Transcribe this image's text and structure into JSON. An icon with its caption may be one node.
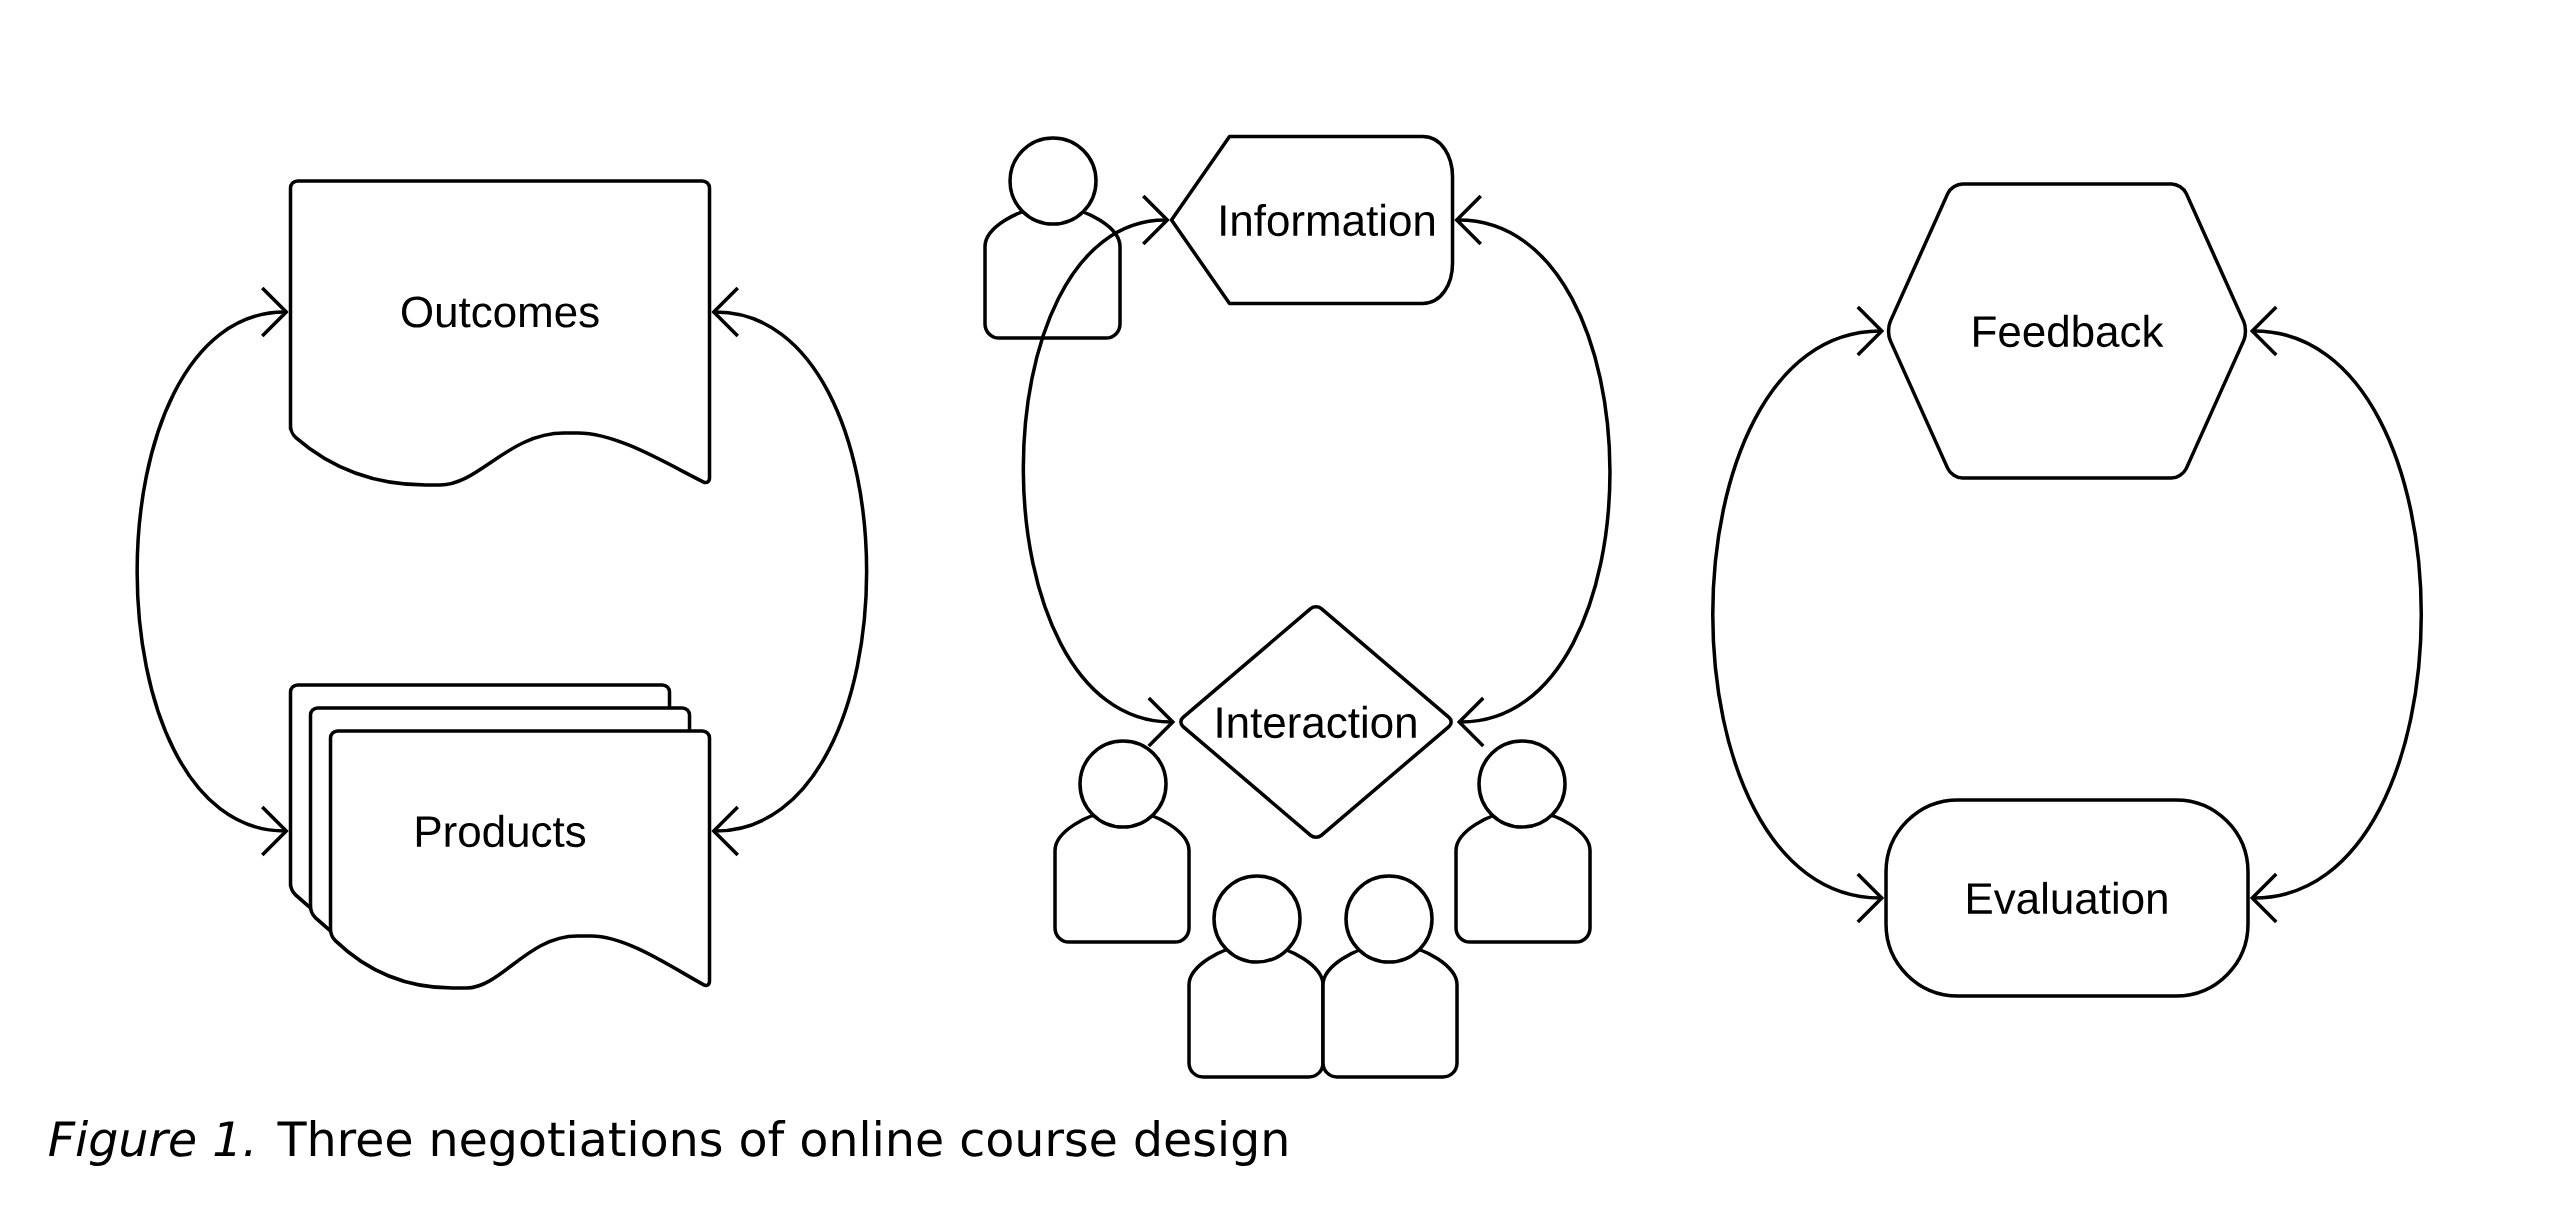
{
  "diagram": {
    "caption": "*Figure 1.* Three negotiations of online course design",
    "nodes": [
      {
        "text": [
          "Outcomes"
        ]
      },
      {
        "text": [
          "Products"
        ]
      },
      {
        "text": [
          "Information"
        ]
      },
      {
        "text": [
          "Interaction"
        ]
      },
      {
        "text": [
          "Feedback"
        ]
      },
      {
        "text": [
          "Evaluation"
        ]
      }
    ],
    "edges": [
      {
        "from": 0,
        "to": 1,
        "arrow": "both"
      },
      {
        "from": 0,
        "to": 1,
        "arrow": "both"
      },
      {
        "from": 2,
        "to": 3,
        "arrow": "both"
      },
      {
        "from": 2,
        "to": 3,
        "arrow": "both"
      },
      {
        "from": 4,
        "to": 5,
        "arrow": "both"
      },
      {
        "from": 4,
        "to": 5,
        "arrow": "both"
      }
    ]
  }
}
